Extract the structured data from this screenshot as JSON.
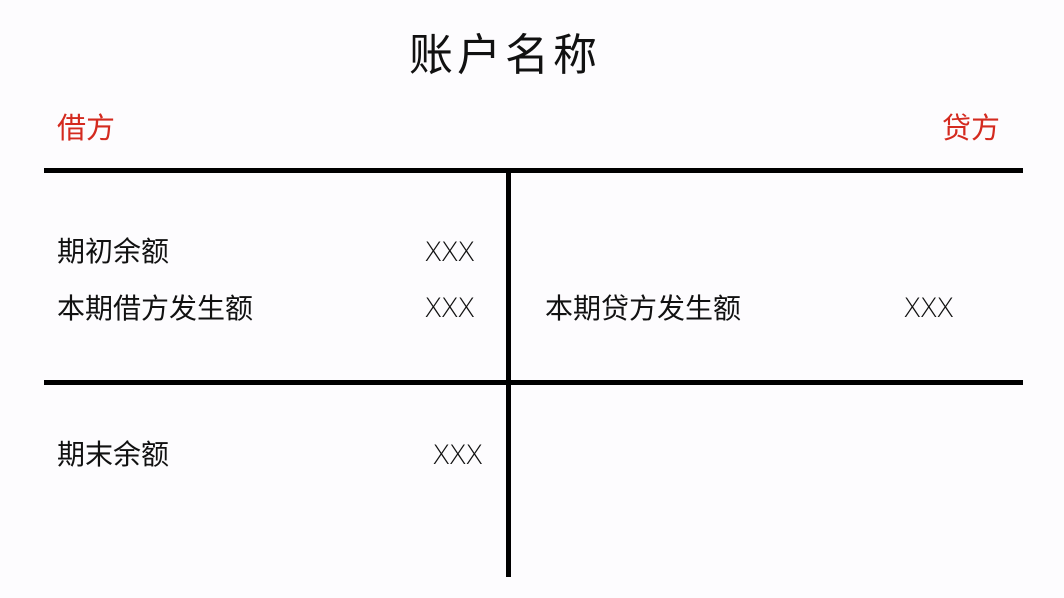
{
  "title": "账户名称",
  "debit_side": {
    "label": "借方",
    "color": "#d42a1f",
    "rows": [
      {
        "label": "期初余额",
        "value": "XXX"
      },
      {
        "label": "本期借方发生额",
        "value": "XXX"
      }
    ],
    "ending": {
      "label": "期末余额",
      "value": "XXX"
    }
  },
  "credit_side": {
    "label": "贷方",
    "color": "#d42a1f",
    "rows": [
      {
        "label": "本期贷方发生额",
        "value": "XXX"
      }
    ]
  }
}
